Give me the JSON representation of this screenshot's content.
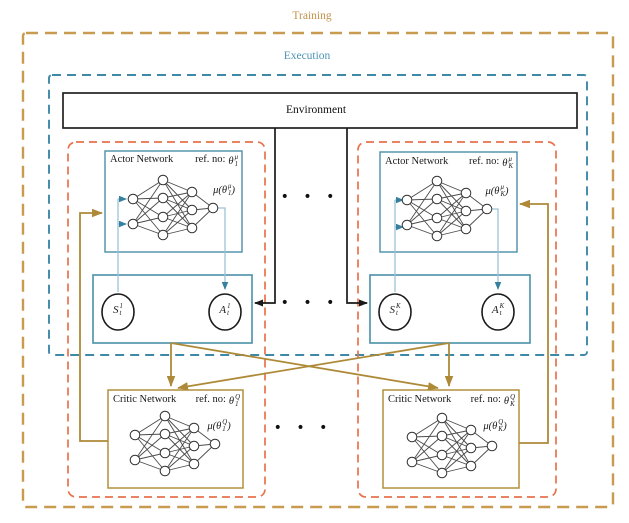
{
  "labels": {
    "training": "Training",
    "execution": "Execution",
    "environment": "Environment",
    "ellipsis": "• • •"
  },
  "colors": {
    "training_border": "#C89B51",
    "execution_border": "#3E88A8",
    "agent_region_border": "#E8724C",
    "actor_box_border": "#4A8FA9",
    "critic_box_border": "#B3903C",
    "gold_arrows": "#AE8A38",
    "light_connector": "#9DC4D4",
    "teal_arrowhead": "#35809F",
    "black_arrows": "#1a1a1a"
  },
  "agent1": {
    "actor": {
      "title": "Actor Network",
      "ref": "ref. no:",
      "theta": "θ",
      "theta_sup": "μ",
      "theta_sub": "1",
      "mu_open": "μ(",
      "mu_close": ")"
    },
    "state": {
      "letter": "S",
      "sup": "1",
      "sub": "t"
    },
    "action": {
      "letter": "A",
      "sup": "1",
      "sub": "t"
    },
    "critic": {
      "title": "Critic Network",
      "ref": "ref. no:",
      "theta": "θ",
      "theta_sup": "Q",
      "theta_sub": "1",
      "mu_open": "μ(",
      "mu_close": ")"
    }
  },
  "agentK": {
    "actor": {
      "title": "Actor Network",
      "ref": "ref. no:",
      "theta": "θ",
      "theta_sup": "μ",
      "theta_sub": "K",
      "mu_open": "μ(",
      "mu_close": ")"
    },
    "state": {
      "letter": "S",
      "sup": "K",
      "sub": "t"
    },
    "action": {
      "letter": "A",
      "sup": "K",
      "sub": "t"
    },
    "critic": {
      "title": "Critic Network",
      "ref": "ref. no:",
      "theta": "θ",
      "theta_sup": "Q",
      "theta_sub": "K",
      "mu_open": "μ(",
      "mu_close": ")"
    }
  }
}
